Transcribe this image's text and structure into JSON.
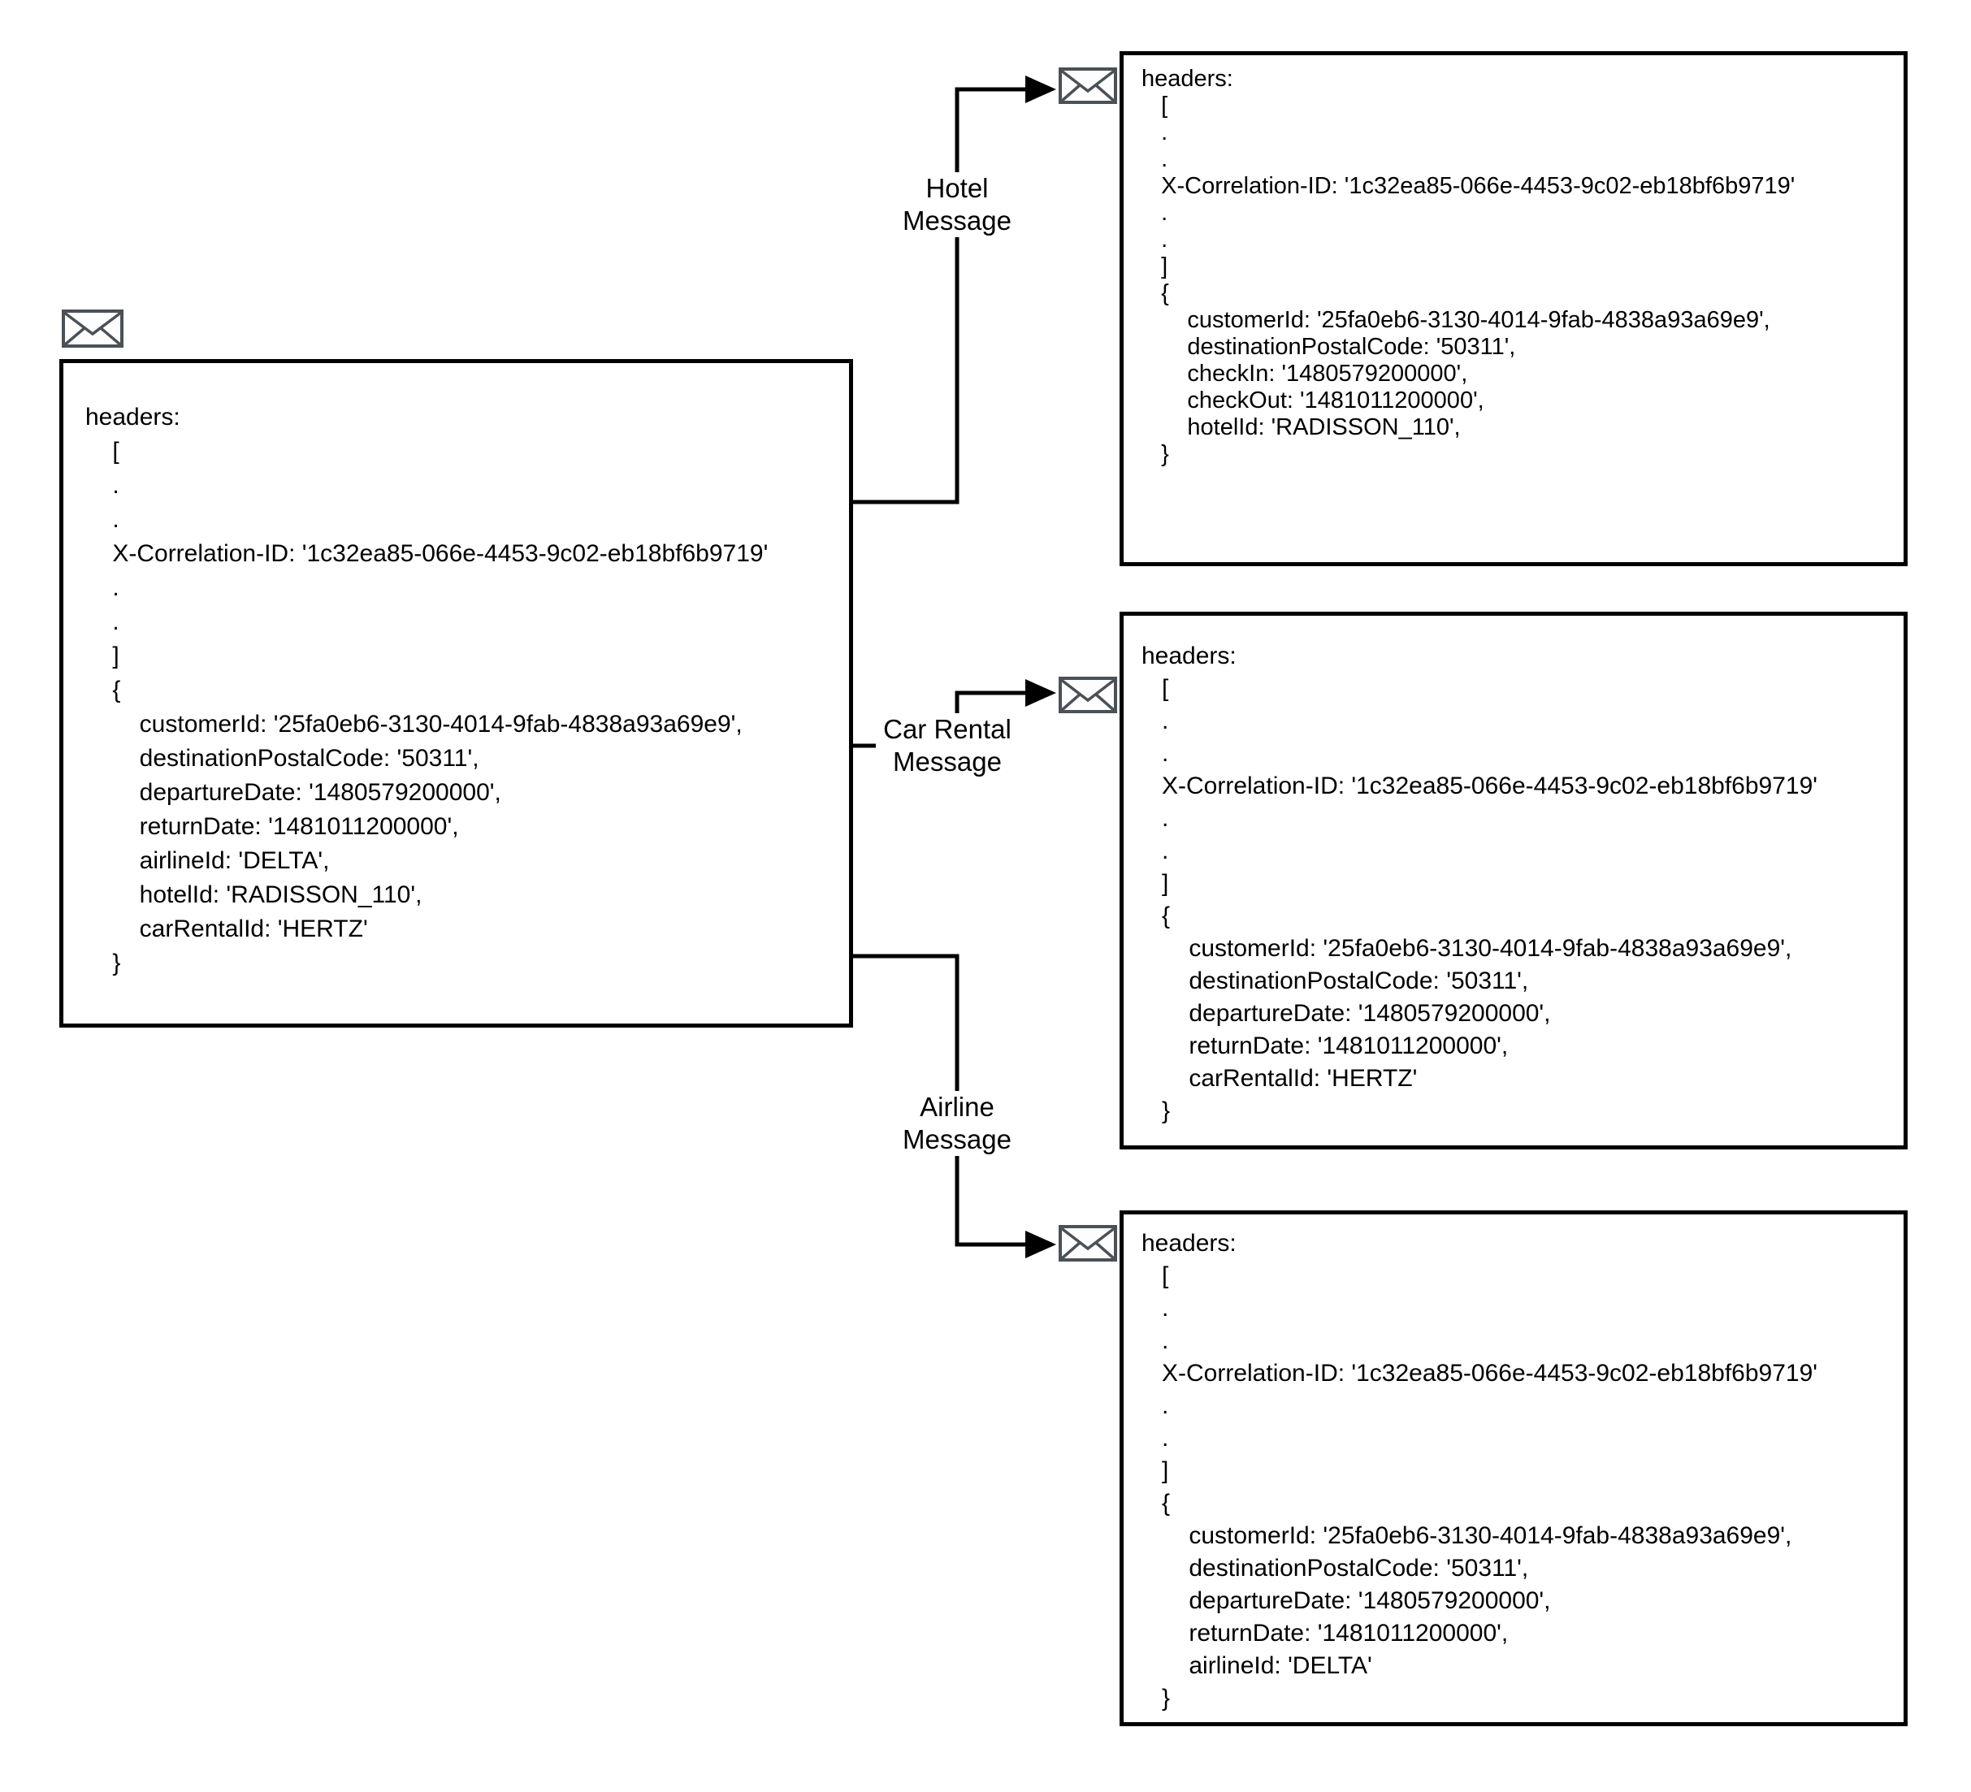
{
  "diagram": {
    "colors": {
      "background": "#ffffff",
      "box_border": "#000000",
      "text": "#000000",
      "edge": "#000000",
      "envelope_stroke": "#4a5157",
      "envelope_fill": "#fdfdfe"
    },
    "icons": {
      "envelope": "envelope-icon"
    },
    "source_message": {
      "lines": [
        "headers:",
        "    [",
        "    .",
        "    .",
        "    X-Correlation-ID: '1c32ea85-066e-4453-9c02-eb18bf6b9719'",
        "    .",
        "    .",
        "    ]",
        "    {",
        "        customerId: '25fa0eb6-3130-4014-9fab-4838a93a69e9',",
        "        destinationPostalCode: '50311',",
        "        departureDate: '1480579200000',",
        "        returnDate: '1481011200000',",
        "        airlineId: 'DELTA',",
        "        hotelId: 'RADISSON_110',",
        "        carRentalId: 'HERTZ'",
        "    }"
      ]
    },
    "hotel_message": {
      "label_lines": [
        "Hotel",
        "Message"
      ],
      "lines": [
        "headers:",
        "   [",
        "   .",
        "   .",
        "   X-Correlation-ID: '1c32ea85-066e-4453-9c02-eb18bf6b9719'",
        "   .",
        "   .",
        "   ]",
        "   {",
        "       customerId: '25fa0eb6-3130-4014-9fab-4838a93a69e9',",
        "       destinationPostalCode: '50311',",
        "       checkIn: '1480579200000',",
        "       checkOut: '1481011200000',",
        "       hotelId: 'RADISSON_110',",
        "   }"
      ]
    },
    "car_rental_message": {
      "label_lines": [
        "Car Rental",
        "Message"
      ],
      "lines": [
        "headers:",
        "   [",
        "   .",
        "   .",
        "   X-Correlation-ID: '1c32ea85-066e-4453-9c02-eb18bf6b9719'",
        "   .",
        "   .",
        "   ]",
        "   {",
        "       customerId: '25fa0eb6-3130-4014-9fab-4838a93a69e9',",
        "       destinationPostalCode: '50311',",
        "       departureDate: '1480579200000',",
        "       returnDate: '1481011200000',",
        "       carRentalId: 'HERTZ'",
        "   }"
      ]
    },
    "airline_message": {
      "label_lines": [
        "Airline",
        "Message"
      ],
      "lines": [
        "headers:",
        "   [",
        "   .",
        "   .",
        "   X-Correlation-ID: '1c32ea85-066e-4453-9c02-eb18bf6b9719'",
        "   .",
        "   .",
        "   ]",
        "   {",
        "       customerId: '25fa0eb6-3130-4014-9fab-4838a93a69e9',",
        "       destinationPostalCode: '50311',",
        "       departureDate: '1480579200000',",
        "       returnDate: '1481011200000',",
        "       airlineId: 'DELTA'",
        "   }"
      ]
    }
  }
}
